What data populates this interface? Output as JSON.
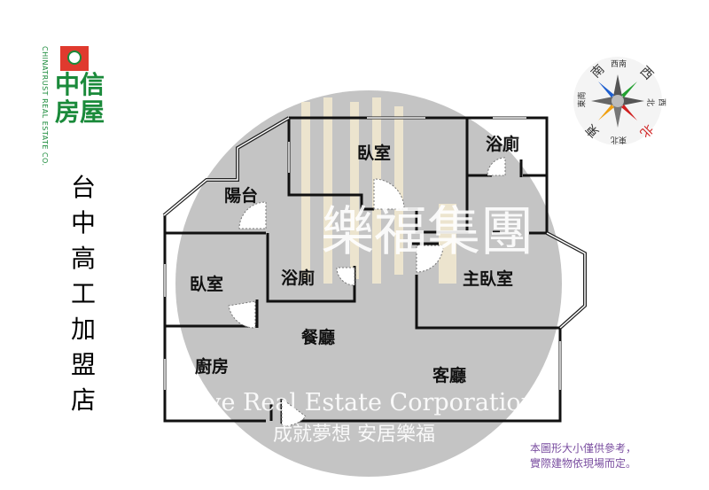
{
  "logo": {
    "english": "CHINATRUST REAL ESTATE CO.",
    "chinese": "中信房屋"
  },
  "store_name": "台中高工加盟店",
  "watermark": {
    "brand": "樂福集團",
    "english": "Love Real Estate Corporation",
    "slogan": "成就夢想 安居樂福"
  },
  "rooms": {
    "bedroom_top": "臥室",
    "bath_top": "浴廁",
    "balcony": "陽台",
    "bedroom_left": "臥室",
    "bath_mid": "浴廁",
    "master_bedroom": "主臥室",
    "dining": "餐廳",
    "kitchen": "廚房",
    "living": "客廳"
  },
  "compass": {
    "labels": [
      "南",
      "西南",
      "西",
      "西北",
      "北",
      "東北",
      "東",
      "東南"
    ],
    "north_color": "#d02020"
  },
  "disclaimer": [
    "本圖形大小僅供參考，",
    "實際建物依現場而定。"
  ]
}
